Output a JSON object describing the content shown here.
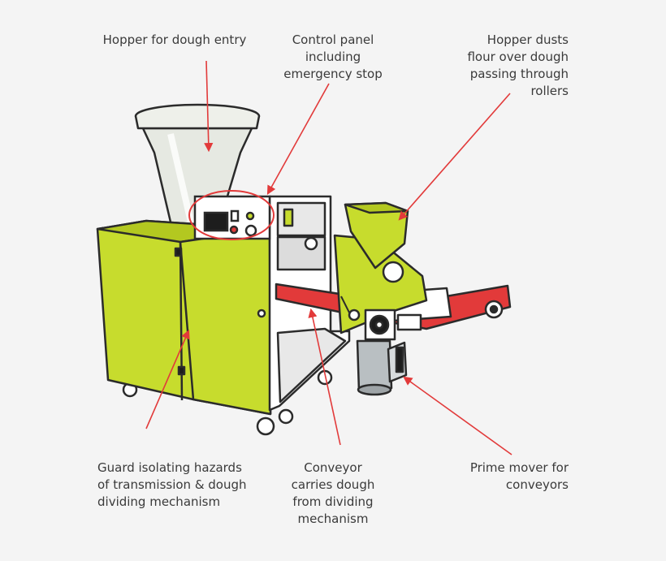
{
  "colors": {
    "body": "#c7dc2d",
    "body_dark": "#a9bd1c",
    "outline": "#2b2b2b",
    "frame": "#ffffff",
    "belt": "#e23a3a",
    "callout": "#e23a3a",
    "text": "#3a3a3a",
    "hopper": "#e6e9e2",
    "motor": "#b9bfc2"
  },
  "labels": {
    "hopper_entry": "Hopper for dough entry",
    "control_panel": "Control panel\nincluding\nemergency stop",
    "hopper_dusts": "Hopper dusts\nflour over dough\npassing through\nrollers",
    "guard": "Guard isolating hazards\nof transmission & dough\ndividing mechanism",
    "conveyor": "Conveyor\ncarries dough\nfrom dividing\nmechanism",
    "prime_mover": "Prime mover for\nconveyors"
  }
}
